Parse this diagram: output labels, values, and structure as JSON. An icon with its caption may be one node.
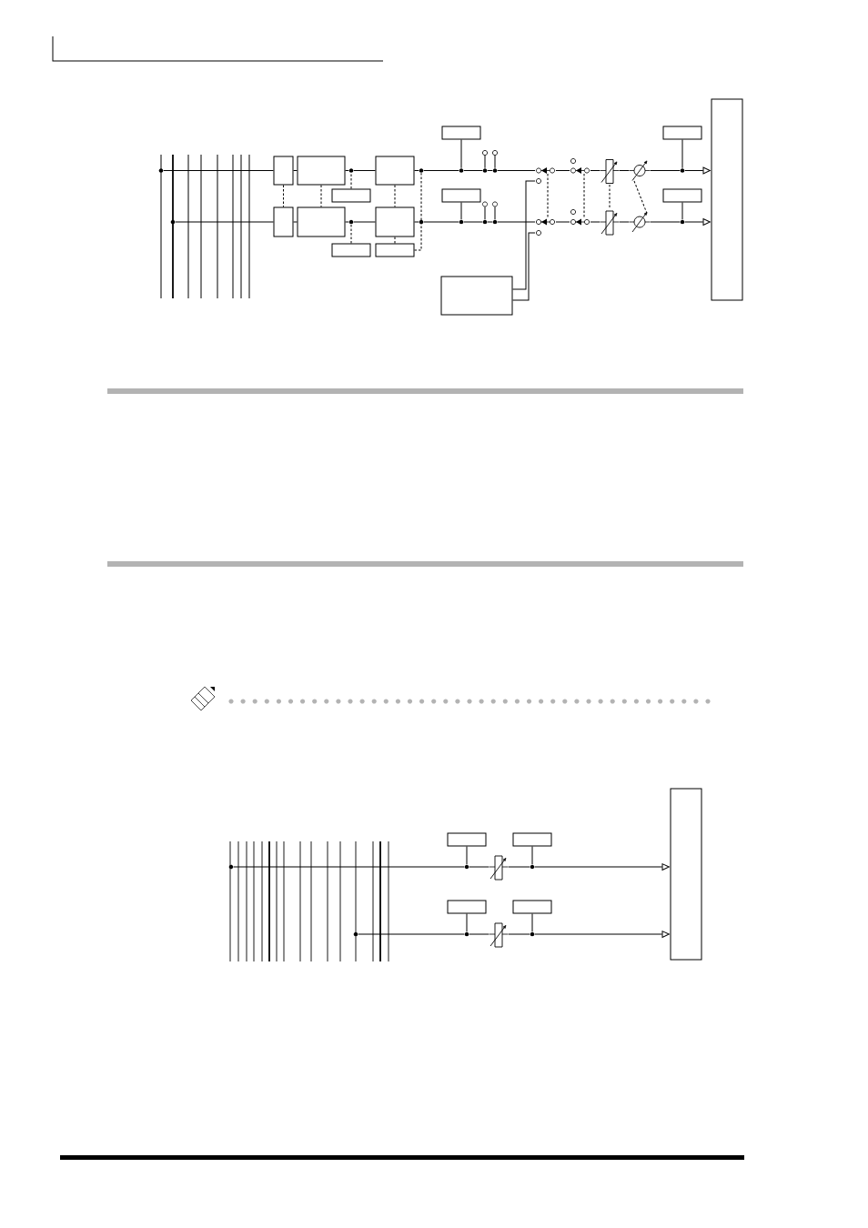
{
  "diagram": {
    "nodes": [
      {
        "text": [],
        "shape": "box"
      },
      {
        "text": [],
        "shape": "box"
      },
      {
        "text": [],
        "shape": "box"
      },
      {
        "text": [],
        "shape": "box"
      },
      {
        "text": [],
        "shape": "box"
      },
      {
        "text": [],
        "shape": "box"
      },
      {
        "text": [],
        "shape": "box"
      },
      {
        "text": [],
        "shape": "box"
      },
      {
        "text": [],
        "shape": "box"
      },
      {
        "text": [],
        "shape": "box"
      },
      {
        "text": [],
        "shape": "box"
      },
      {
        "text": [],
        "shape": "box"
      },
      {
        "text": [],
        "shape": "box"
      },
      {
        "text": [],
        "shape": "box"
      },
      {
        "text": [],
        "shape": "box"
      },
      {
        "text": [],
        "shape": "box"
      },
      {
        "text": [],
        "shape": "box"
      },
      {
        "text": [],
        "shape": "box"
      },
      {
        "text": [],
        "shape": "box"
      },
      {
        "text": [],
        "shape": "box"
      },
      {
        "text": [],
        "shape": "switch"
      },
      {
        "text": [],
        "shape": "switch"
      },
      {
        "text": [],
        "shape": "fader"
      },
      {
        "text": [],
        "shape": "phase"
      },
      {
        "text": [],
        "shape": "switch"
      },
      {
        "text": [],
        "shape": "switch"
      },
      {
        "text": [],
        "shape": "fader"
      },
      {
        "text": [],
        "shape": "phase"
      },
      {
        "text": [],
        "shape": "fader"
      },
      {
        "text": [],
        "shape": "fader"
      },
      {
        "text": [],
        "shape": "dot"
      },
      {
        "text": [],
        "shape": "dot"
      },
      {
        "text": [],
        "shape": "dot"
      },
      {
        "text": [],
        "shape": "dot"
      },
      {
        "text": [],
        "shape": "dot"
      },
      {
        "text": [],
        "shape": "dot"
      },
      {
        "text": [],
        "shape": "dot"
      },
      {
        "text": [],
        "shape": "dot"
      },
      {
        "text": [],
        "shape": "dot"
      },
      {
        "text": [],
        "shape": "dot"
      },
      {
        "text": [],
        "shape": "dot"
      },
      {
        "text": [],
        "shape": "dot"
      },
      {
        "text": [],
        "shape": "dot"
      },
      {
        "text": [],
        "shape": "dot"
      },
      {
        "text": [],
        "shape": "dot"
      },
      {
        "text": [],
        "shape": "dot"
      },
      {
        "text": [],
        "shape": "dot"
      },
      {
        "text": [],
        "shape": "dot"
      },
      {
        "text": [],
        "shape": "dot"
      },
      {
        "text": [],
        "shape": "dot"
      },
      {
        "text": [],
        "shape": "circle"
      },
      {
        "text": [],
        "shape": "circle"
      },
      {
        "text": [],
        "shape": "circle"
      },
      {
        "text": [],
        "shape": "circle"
      }
    ],
    "edges": [
      {
        "from": 30,
        "to": 0,
        "arrow": "none"
      },
      {
        "from": 0,
        "to": 1,
        "arrow": "none"
      },
      {
        "from": 1,
        "to": 31,
        "arrow": "none"
      },
      {
        "from": 31,
        "to": 2,
        "arrow": "none"
      },
      {
        "from": 2,
        "to": 32,
        "arrow": "none"
      },
      {
        "from": 32,
        "to": 33,
        "arrow": "none"
      },
      {
        "from": 33,
        "to": 34,
        "arrow": "none"
      },
      {
        "from": 34,
        "to": 35,
        "arrow": "none"
      },
      {
        "from": 35,
        "to": 20,
        "arrow": "none"
      },
      {
        "from": 20,
        "to": 21,
        "arrow": "none"
      },
      {
        "from": 21,
        "to": 22,
        "arrow": "none"
      },
      {
        "from": 22,
        "to": 23,
        "arrow": "none"
      },
      {
        "from": 23,
        "to": 36,
        "arrow": "none"
      },
      {
        "from": 36,
        "to": 14,
        "arrow": "to"
      },
      {
        "from": 37,
        "to": 6,
        "arrow": "none"
      },
      {
        "from": 6,
        "to": 7,
        "arrow": "none"
      },
      {
        "from": 7,
        "to": 38,
        "arrow": "none"
      },
      {
        "from": 38,
        "to": 8,
        "arrow": "none"
      },
      {
        "from": 8,
        "to": 39,
        "arrow": "none"
      },
      {
        "from": 39,
        "to": 40,
        "arrow": "none"
      },
      {
        "from": 40,
        "to": 41,
        "arrow": "none"
      },
      {
        "from": 41,
        "to": 42,
        "arrow": "none"
      },
      {
        "from": 42,
        "to": 24,
        "arrow": "none"
      },
      {
        "from": 24,
        "to": 25,
        "arrow": "none"
      },
      {
        "from": 25,
        "to": 26,
        "arrow": "none"
      },
      {
        "from": 26,
        "to": 27,
        "arrow": "none"
      },
      {
        "from": 27,
        "to": 43,
        "arrow": "none"
      },
      {
        "from": 43,
        "to": 14,
        "arrow": "to"
      },
      {
        "from": 0,
        "to": 6,
        "arrow": "none",
        "style": "dashed"
      },
      {
        "from": 1,
        "to": 7,
        "arrow": "none",
        "style": "dashed"
      },
      {
        "from": 2,
        "to": 8,
        "arrow": "none",
        "style": "dashed"
      },
      {
        "from": 20,
        "to": 24,
        "arrow": "none",
        "style": "dashed"
      },
      {
        "from": 21,
        "to": 25,
        "arrow": "none",
        "style": "dashed"
      },
      {
        "from": 22,
        "to": 26,
        "arrow": "none",
        "style": "dashed"
      },
      {
        "from": 23,
        "to": 27,
        "arrow": "none",
        "style": "dashed"
      },
      {
        "from": 3,
        "to": 31,
        "arrow": "none",
        "style": "dashed"
      },
      {
        "from": 11,
        "to": 38,
        "arrow": "none",
        "style": "dashed"
      },
      {
        "from": 12,
        "to": 8,
        "arrow": "none",
        "style": "dashed"
      },
      {
        "from": 12,
        "to": 32,
        "arrow": "none",
        "style": "dashed"
      },
      {
        "from": 4,
        "to": 33,
        "arrow": "none"
      },
      {
        "from": 9,
        "to": 40,
        "arrow": "none"
      },
      {
        "from": 5,
        "to": 36,
        "arrow": "none"
      },
      {
        "from": 10,
        "to": 43,
        "arrow": "none"
      },
      {
        "from": 34,
        "to": 50,
        "arrow": "none"
      },
      {
        "from": 35,
        "to": 51,
        "arrow": "none"
      },
      {
        "from": 41,
        "to": 52,
        "arrow": "none"
      },
      {
        "from": 42,
        "to": 53,
        "arrow": "none"
      },
      {
        "from": 13,
        "to": 20,
        "arrow": "none"
      },
      {
        "from": 13,
        "to": 24,
        "arrow": "none"
      },
      {
        "from": 44,
        "to": 45,
        "arrow": "none"
      },
      {
        "from": 45,
        "to": 28,
        "arrow": "none"
      },
      {
        "from": 28,
        "to": 46,
        "arrow": "none"
      },
      {
        "from": 46,
        "to": 19,
        "arrow": "to"
      },
      {
        "from": 47,
        "to": 48,
        "arrow": "none"
      },
      {
        "from": 48,
        "to": 29,
        "arrow": "none"
      },
      {
        "from": 29,
        "to": 49,
        "arrow": "none"
      },
      {
        "from": 49,
        "to": 19,
        "arrow": "to"
      },
      {
        "from": 15,
        "to": 45,
        "arrow": "none"
      },
      {
        "from": 16,
        "to": 46,
        "arrow": "none"
      },
      {
        "from": 17,
        "to": 48,
        "arrow": "none"
      },
      {
        "from": 18,
        "to": 49,
        "arrow": "none"
      }
    ]
  }
}
